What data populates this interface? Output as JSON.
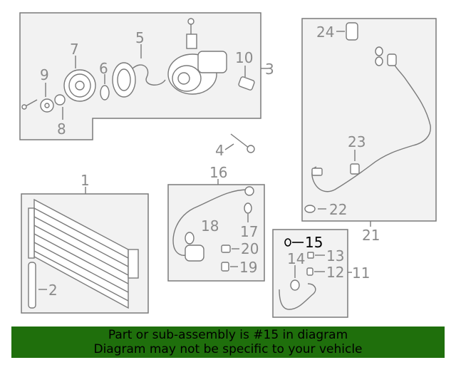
{
  "callouts": {
    "c1": "1",
    "c2": "2",
    "c3": "3",
    "c4": "4",
    "c5": "5",
    "c6": "6",
    "c7": "7",
    "c8": "8",
    "c9": "9",
    "c10": "10",
    "c11": "11",
    "c12": "12",
    "c13": "13",
    "c14": "14",
    "c15": "15",
    "c16": "16",
    "c17": "17",
    "c18": "18",
    "c19": "19",
    "c20": "20",
    "c21": "21",
    "c22": "22",
    "c23": "23",
    "c24": "24"
  },
  "highlighted_part": "15",
  "banner": {
    "line1": "Part or sub-assembly is #15 in diagram",
    "line2": "Diagram may not be specific to your vehicle"
  },
  "colors": {
    "banner_bg": "#1f6f0c",
    "panel_fill": "#f2f2f2",
    "line_gray": "#7a7a7a",
    "highlight": "#000000"
  }
}
